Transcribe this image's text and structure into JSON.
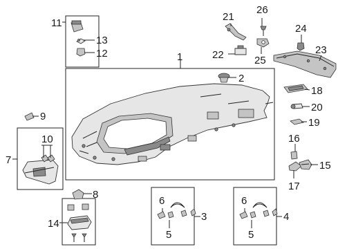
{
  "diagram": {
    "labels": [
      "1",
      "2",
      "3",
      "4",
      "5",
      "5",
      "6",
      "6",
      "7",
      "8",
      "9",
      "10",
      "11",
      "12",
      "13",
      "14",
      "15",
      "16",
      "17",
      "18",
      "19",
      "20",
      "21",
      "22",
      "23",
      "24",
      "25",
      "26"
    ]
  }
}
